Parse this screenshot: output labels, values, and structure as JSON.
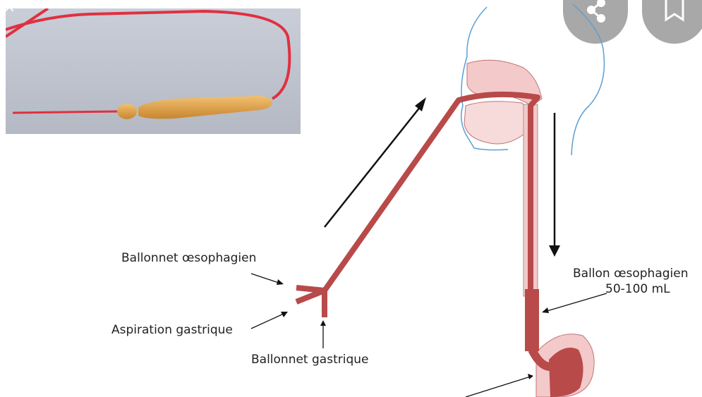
{
  "labels": {
    "esophageal_cuff": "Ballonnet œsophagien",
    "gastric_aspiration": "Aspiration gastrique",
    "gastric_cuff": "Ballonnet gastrique",
    "esophageal_balloon_line1": "Ballon œsophagien",
    "esophageal_balloon_line2": "50-100 mL"
  },
  "controls": {
    "close_icon": "close-icon",
    "share_icon": "share-icon",
    "bookmark_icon": "bookmark-icon"
  },
  "colors": {
    "tube": "#b84a4a",
    "tissue": "#f4c9c9",
    "outline": "#5a9fd6",
    "balloon": "#d9a040"
  }
}
